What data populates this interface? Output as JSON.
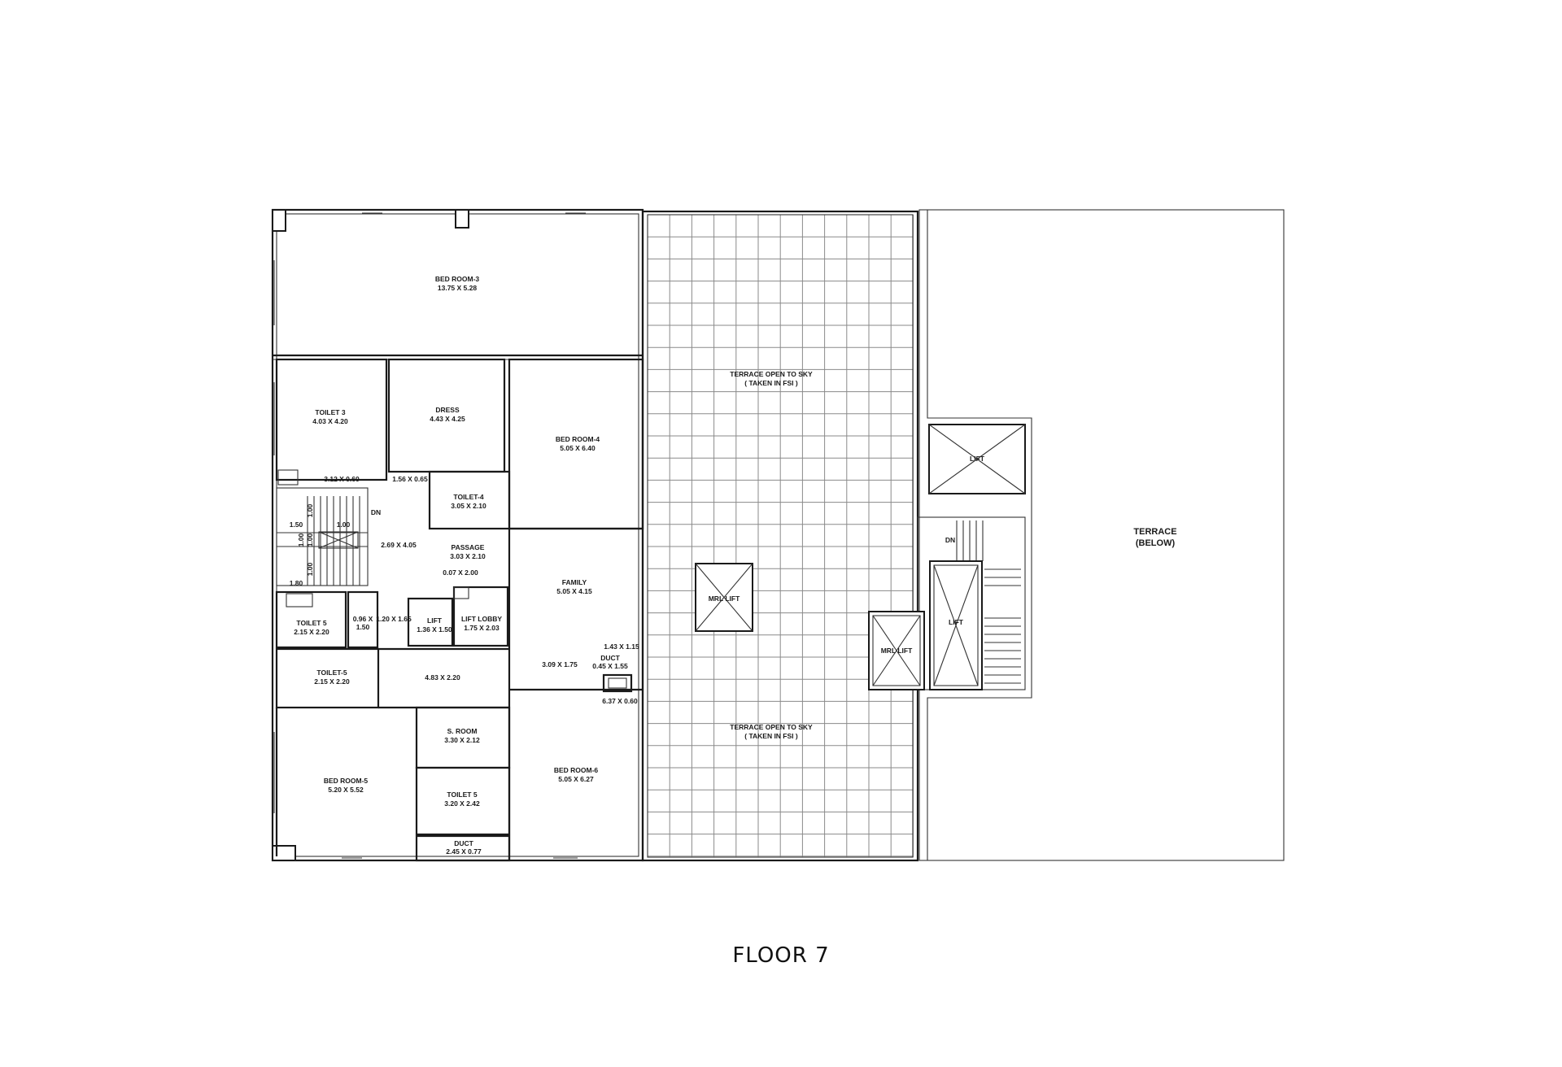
{
  "title": "FLOOR 7",
  "rooms": {
    "bedroom3": {
      "name": "BED ROOM-3",
      "dim": "13.75 X 5.28"
    },
    "toilet3": {
      "name": "TOILET 3",
      "dim": "4.03 X 4.20"
    },
    "dress": {
      "name": "DRESS",
      "dim": "4.43 X 4.25"
    },
    "bedroom4": {
      "name": "BED ROOM-4",
      "dim": "5.05 X 6.40"
    },
    "toilet4": {
      "name": "TOILET-4",
      "dim": "3.05 X 2.10"
    },
    "passage": {
      "name": "PASSAGE",
      "dim": "3.03 X 2.10"
    },
    "family": {
      "name": "FAMILY",
      "dim": "5.05 X 4.15"
    },
    "toilet5a": {
      "name": "TOILET 5",
      "dim": "2.15 X 2.20"
    },
    "toilet5b": {
      "name": "TOILET-5",
      "dim": "2.15 X 2.20"
    },
    "lift": {
      "name": "LIFT",
      "dim": "1.36 X 1.50"
    },
    "liftlobby": {
      "name": "LIFT LOBBY",
      "dim": "1.75 X 2.03"
    },
    "duct1": {
      "name": "DUCT",
      "dim": "0.45 X 1.55"
    },
    "sroom": {
      "name": "S. ROOM",
      "dim": "3.30 X 2.12"
    },
    "bedroom5": {
      "name": "BED ROOM-5",
      "dim": "5.20 X 5.52"
    },
    "toilet5c": {
      "name": "TOILET 5",
      "dim": "3.20 X 2.42"
    },
    "duct2": {
      "name": "DUCT",
      "dim": "2.45 X 0.77"
    },
    "bedroom6": {
      "name": "BED ROOM-6",
      "dim": "5.05 X 6.27"
    }
  },
  "dims": {
    "d312": "3.12 X 0.60",
    "d156": "1.56 X 0.65",
    "d269": "2.69 X 4.05",
    "d007": "0.07 X 2.00",
    "d096a": "0.96 X",
    "d096b": "1.50",
    "d120": "1.20 X 1.65",
    "d483": "4.83 X 2.20",
    "d309": "3.09 X 1.75",
    "d143": "1.43 X 1.15",
    "d637": "6.37 X 0.60",
    "s150": "1.50",
    "s100a": "1.00",
    "s100b": "1.00",
    "s100c": "1.00",
    "s100d": "1.00",
    "s100e": "1.00",
    "s180": "1.80",
    "dn1": "DN",
    "dn2": "DN"
  },
  "terrace": {
    "open1": "TERRACE OPEN TO SKY",
    "open1b": "( TAKEN IN FSI )",
    "open2": "TERRACE OPEN TO SKY",
    "open2b": "( TAKEN IN FSI )",
    "mrl1": "MRL LIFT",
    "mrl2": "MRL LIFT",
    "lift_top": "LIFT",
    "lift_tall": "LIFT",
    "below1": "TERRACE",
    "below2": "(BELOW)"
  }
}
